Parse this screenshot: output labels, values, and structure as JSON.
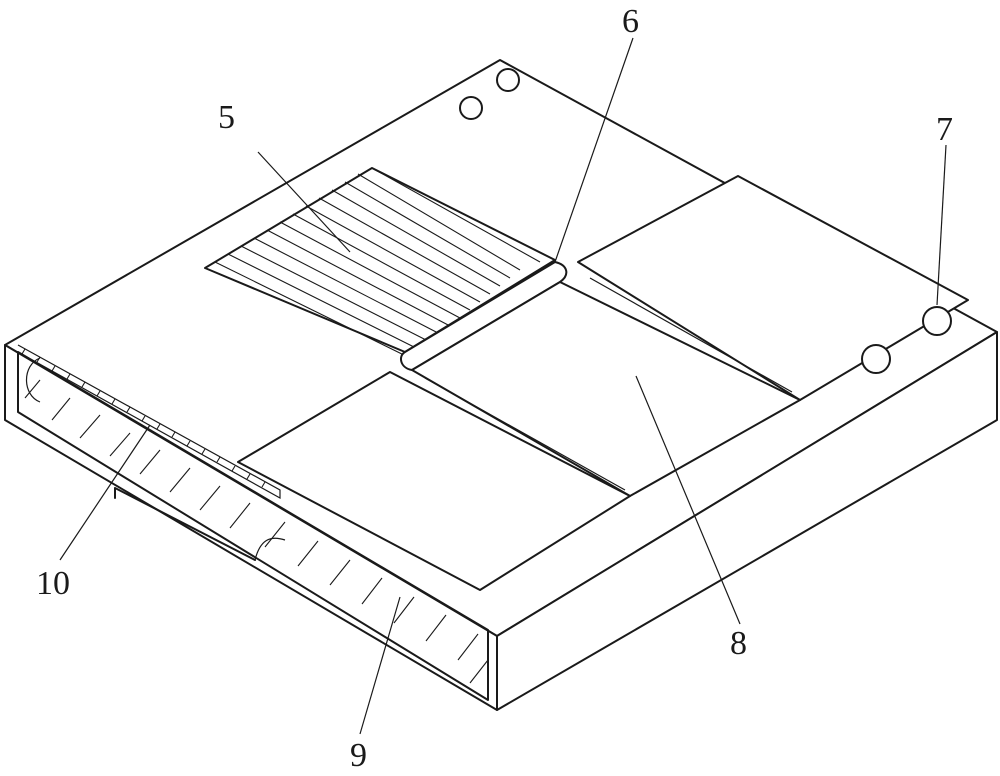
{
  "figure": {
    "callouts": [
      {
        "id": "5",
        "label": "5"
      },
      {
        "id": "6",
        "label": "6"
      },
      {
        "id": "7",
        "label": "7"
      },
      {
        "id": "8",
        "label": "8"
      },
      {
        "id": "9",
        "label": "9"
      },
      {
        "id": "10",
        "label": "10"
      }
    ],
    "line_color": "#1a1a1a",
    "background": "#ffffff"
  }
}
